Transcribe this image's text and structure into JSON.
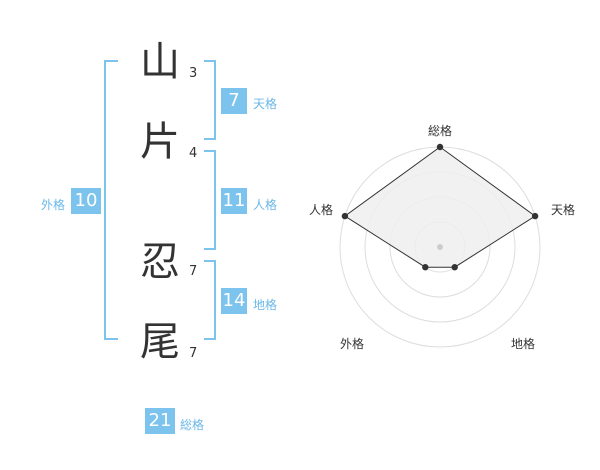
{
  "name": {
    "chars": [
      {
        "char": "山",
        "strokes": "3"
      },
      {
        "char": "片",
        "strokes": "4"
      },
      {
        "char": "忍",
        "strokes": "7"
      },
      {
        "char": "尾",
        "strokes": "7"
      }
    ]
  },
  "fortunes": {
    "tenkaku": {
      "value": "7",
      "label": "天格"
    },
    "jinkaku": {
      "value": "11",
      "label": "人格"
    },
    "chikaku": {
      "value": "14",
      "label": "地格"
    },
    "gaikaku": {
      "value": "10",
      "label": "外格"
    },
    "soukaku": {
      "value": "21",
      "label": "総格"
    }
  },
  "radar": {
    "labels": {
      "top": "総格",
      "right": "天格",
      "bottom_right": "地格",
      "bottom_left": "外格",
      "left": "人格"
    },
    "levels": 4,
    "values": {
      "総格": 4,
      "天格": 4,
      "地格": 1,
      "外格": 1,
      "人格": 4
    }
  },
  "colors": {
    "accent": "#7cc3ee",
    "accent_text": "#6ab8e8",
    "radar_fill": "#eeeeee",
    "radar_line": "#333333"
  }
}
